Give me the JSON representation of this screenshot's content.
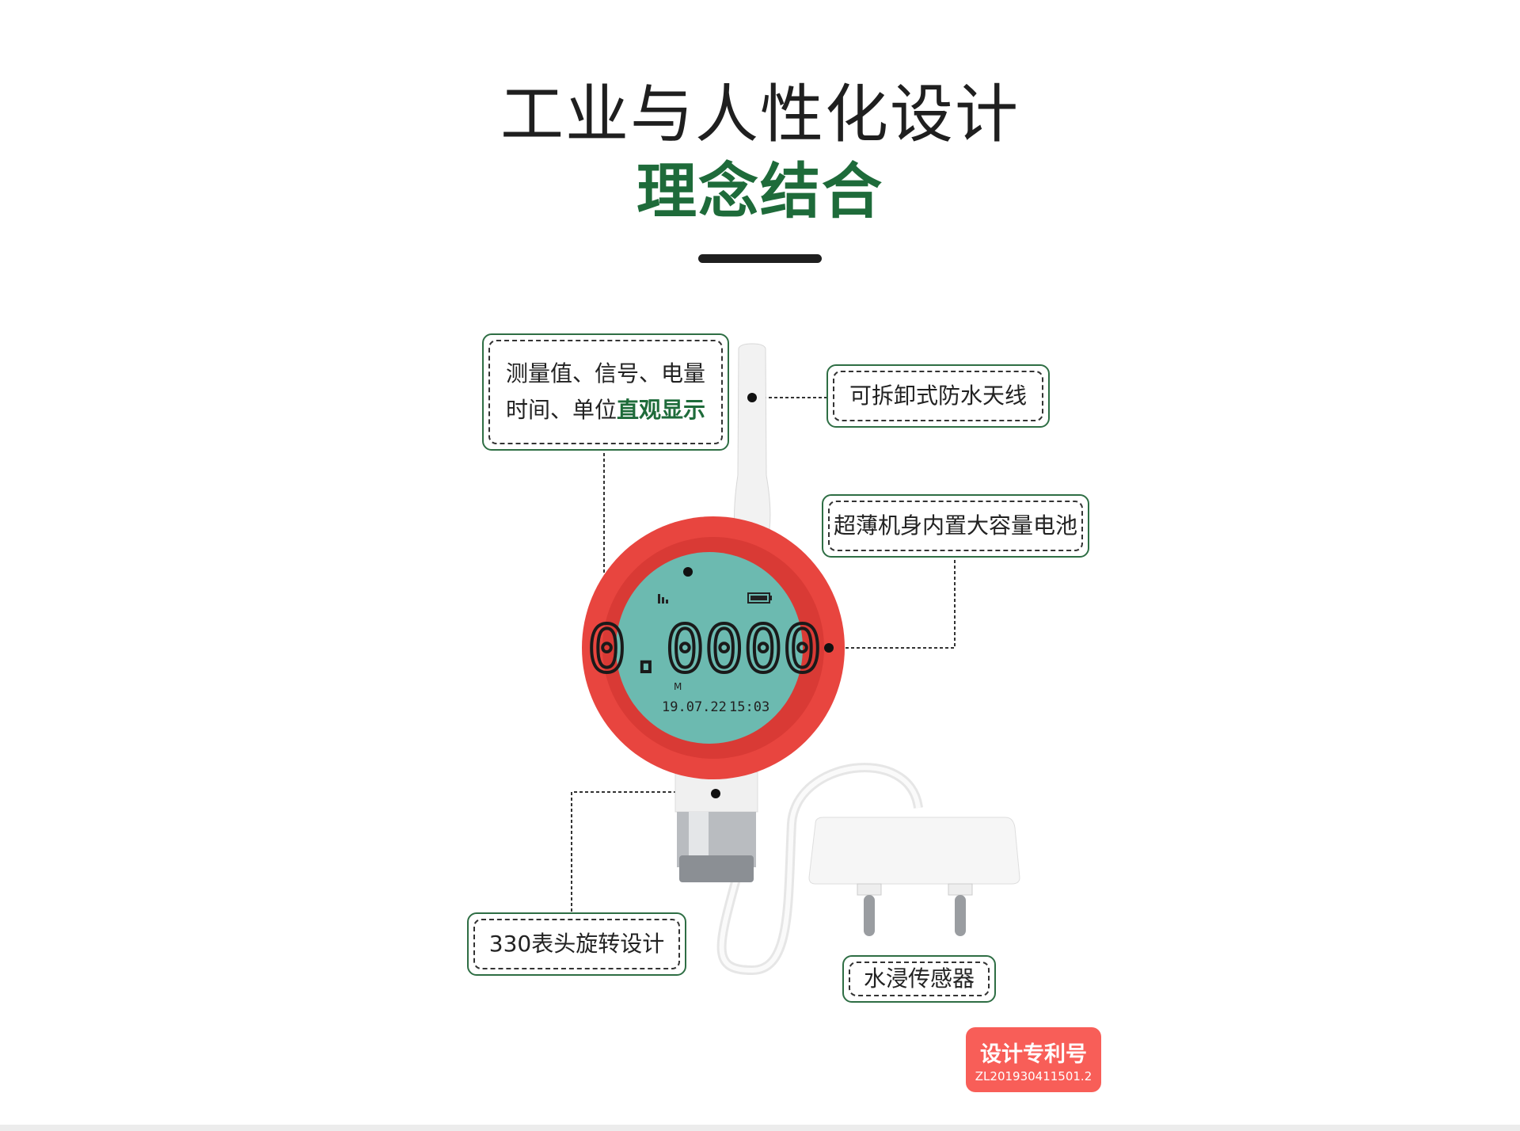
{
  "heading": {
    "line1": "工业与人性化设计",
    "line2": "理念结合"
  },
  "callouts": {
    "display": {
      "line1": "测量值、信号、电量",
      "line2_prefix": "时间、单位",
      "line2_highlight": "直观显示"
    },
    "antenna": "可拆卸式防水天线",
    "battery": "超薄机身内置大容量电池",
    "rotation": "330表头旋转设计",
    "sensor": "水浸传感器"
  },
  "lcd": {
    "reading": "0.0000",
    "unit": "M",
    "date": "19.07.22",
    "time": "15:03"
  },
  "patent": {
    "title": "设计专利号",
    "number": "ZL201930411501.2"
  },
  "colors": {
    "accent_green": "#1e6b3a",
    "device_red": "#e8453f",
    "lcd_teal": "#6cbab0",
    "badge": "#f85e58"
  }
}
